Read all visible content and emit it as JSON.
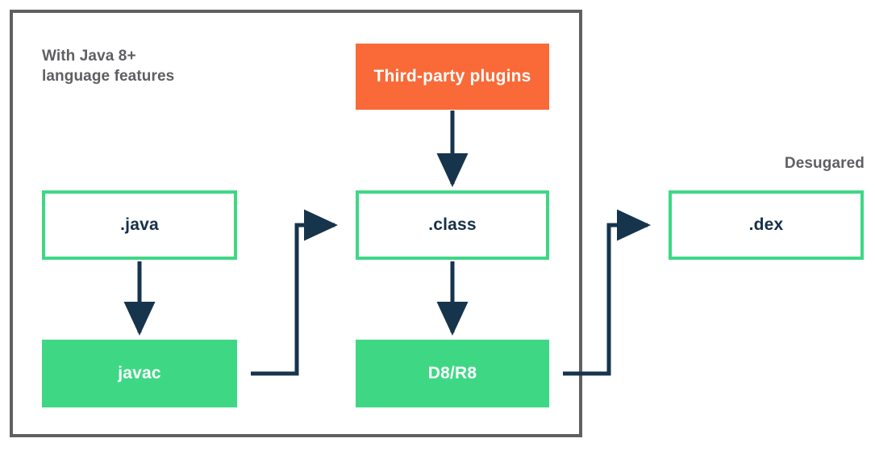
{
  "diagram": {
    "title_notes": {
      "left_note": "With Java 8+\nlanguage features",
      "left_note_line1": "With Java 8+",
      "left_note_line2": "language features",
      "right_note": "Desugared"
    },
    "colors": {
      "frame_gray": "#606060",
      "note_gray": "#5f5f63",
      "green": "#3ed885",
      "orange": "#f96a38",
      "navy_text": "#15304a",
      "arrow_navy": "#16344c",
      "white": "#ffffff"
    },
    "nodes": [
      {
        "id": "third-party-plugins",
        "label": "Third-party plugins",
        "style": "filled-orange"
      },
      {
        "id": "java",
        "label": ".java",
        "style": "outline"
      },
      {
        "id": "class",
        "label": ".class",
        "style": "outline"
      },
      {
        "id": "dex",
        "label": ".dex",
        "style": "outline"
      },
      {
        "id": "javac",
        "label": "javac",
        "style": "filled-green"
      },
      {
        "id": "d8r8",
        "label": "D8/R8",
        "style": "filled-green"
      }
    ],
    "edges": [
      {
        "from": "third-party-plugins",
        "to": "class",
        "kind": "straight-down"
      },
      {
        "from": "java",
        "to": "javac",
        "kind": "straight-down"
      },
      {
        "from": "class",
        "to": "d8r8",
        "kind": "straight-down"
      },
      {
        "from": "javac",
        "to": "class",
        "kind": "elbow-right-up-right"
      },
      {
        "from": "d8r8",
        "to": "dex",
        "kind": "elbow-right-up-right"
      }
    ]
  }
}
